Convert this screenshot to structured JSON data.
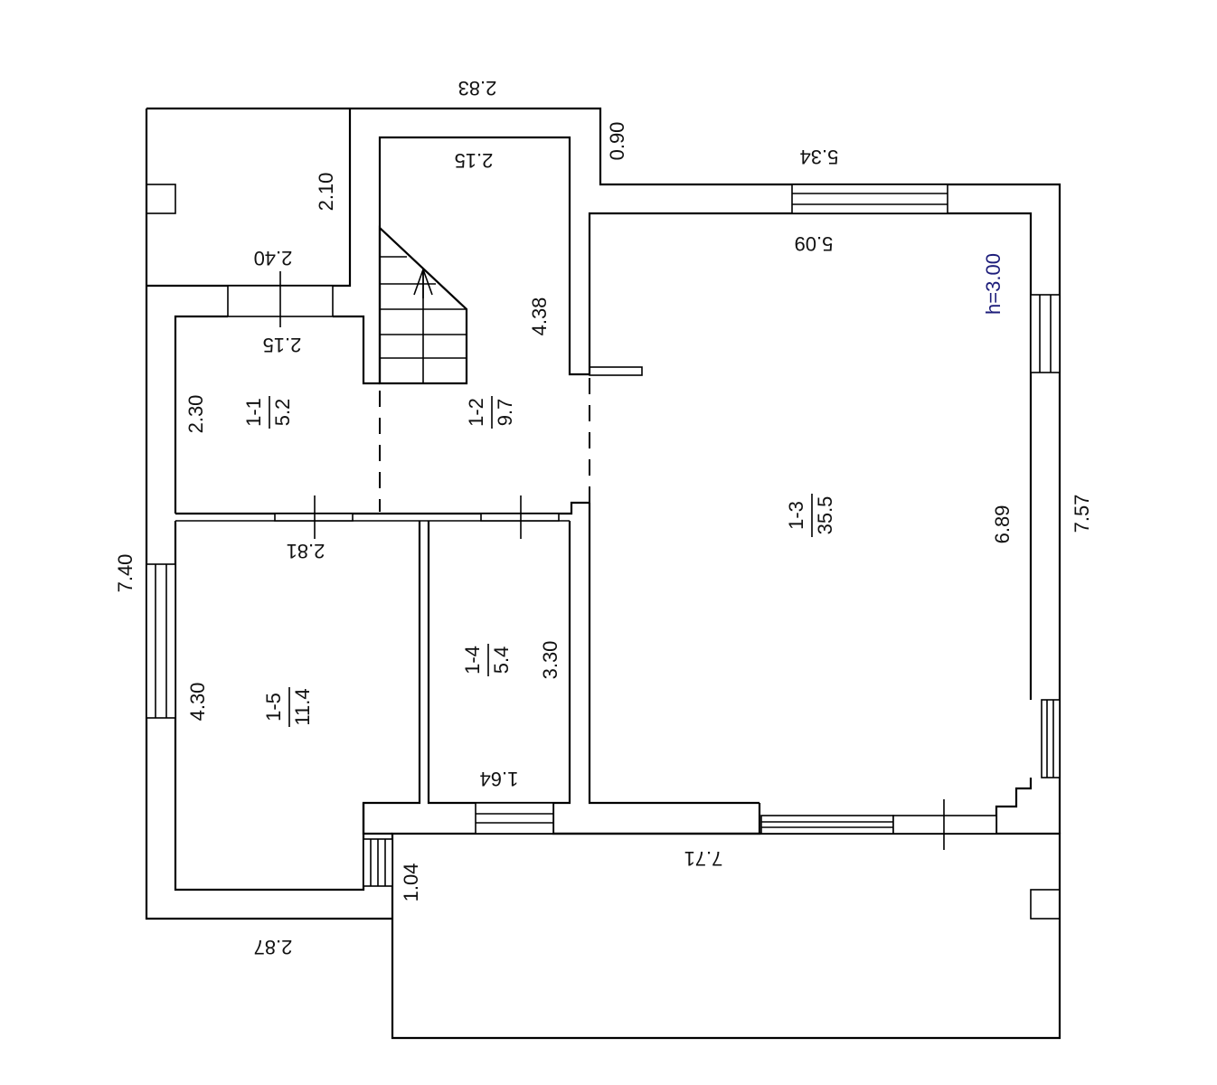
{
  "plan": {
    "height_note": "h=3.00",
    "rooms": [
      {
        "id": "1-1",
        "area": "5.2"
      },
      {
        "id": "1-2",
        "area": "9.7"
      },
      {
        "id": "1-3",
        "area": "35.5"
      },
      {
        "id": "1-4",
        "area": "5.4"
      },
      {
        "id": "1-5",
        "area": "11.4"
      }
    ],
    "dimensions": {
      "top_outer": "2.83",
      "step_depth": "0.90",
      "stair_top": "2.15",
      "main_top_outer": "5.34",
      "main_top_inner": "5.09",
      "small_room_height": "2.10",
      "small_room_width": "2.40",
      "hall_width": "2.15",
      "stair_height": "4.38",
      "hall_height": "2.30",
      "left_outer": "7.40",
      "main_inner_height": "6.89",
      "right_outer": "7.57",
      "room5_top": "2.81",
      "room5_height": "4.30",
      "room4_height": "3.30",
      "room4_width": "1.64",
      "bottom_wide": "7.71",
      "bottom_step": "1.04",
      "bottom_left": "2.87"
    }
  }
}
